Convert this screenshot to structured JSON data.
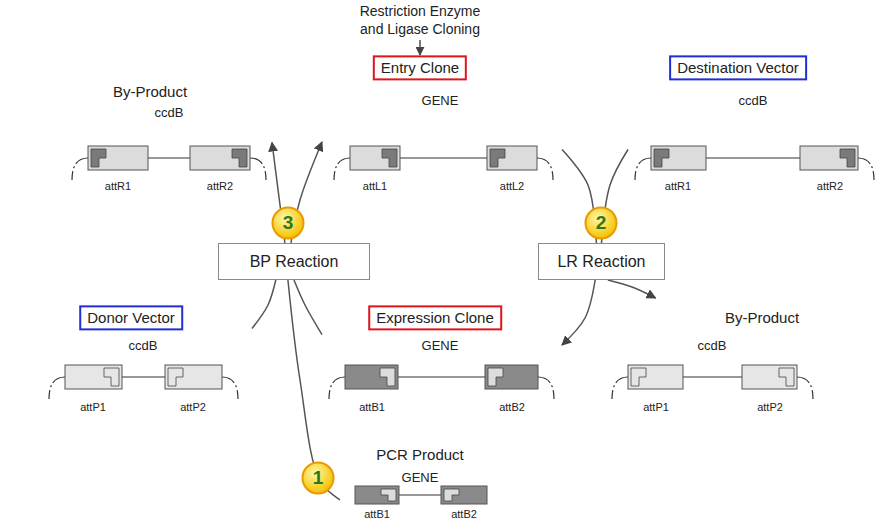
{
  "diagram": {
    "nodes": [
      {
        "text": [
          "By-Product",
          "ccdB",
          "attR1",
          "attR2"
        ]
      },
      {
        "text": [
          "Entry Clone",
          "GENE",
          "attL1",
          "attL2"
        ]
      },
      {
        "text": [
          "Destination Vector",
          "ccdB",
          "attR1",
          "attR2"
        ]
      },
      {
        "text": [
          "3"
        ]
      },
      {
        "text": [
          "2"
        ]
      },
      {
        "text": [
          "BP Reaction"
        ]
      },
      {
        "text": [
          "LR Reaction"
        ]
      },
      {
        "text": [
          "Donor Vector",
          "ccdB",
          "attP1",
          "attP2"
        ]
      },
      {
        "text": [
          "Expression Clone",
          "GENE",
          "attB1",
          "attB2"
        ]
      },
      {
        "text": [
          "By-Product",
          "ccdB",
          "attP1",
          "attP2"
        ]
      },
      {
        "text": [
          "1"
        ]
      },
      {
        "text": [
          "PCR Product",
          "GENE",
          "attB1",
          "attB2"
        ]
      }
    ],
    "edges": [
      {
        "from": 5,
        "to": 0,
        "arrow": "to"
      },
      {
        "from": 5,
        "to": 1,
        "arrow": "to"
      },
      {
        "from": 1,
        "to": 6,
        "arrow": "none"
      },
      {
        "from": 2,
        "to": 6,
        "arrow": "none"
      },
      {
        "from": 6,
        "to": 8,
        "arrow": "to"
      },
      {
        "from": 6,
        "to": 9,
        "arrow": "to"
      },
      {
        "from": 7,
        "to": 5,
        "arrow": "none"
      },
      {
        "from": 8,
        "to": 5,
        "arrow": "none"
      },
      {
        "from": 11,
        "to": 5,
        "arrow": "none"
      }
    ],
    "labels": [
      "Restriction Enzyme and Ligase Cloning"
    ]
  }
}
